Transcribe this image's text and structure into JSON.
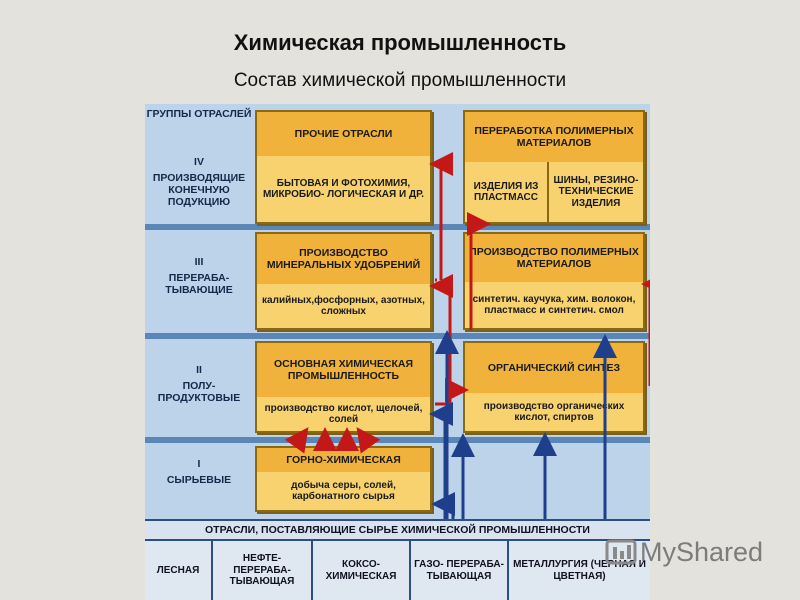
{
  "title": "Химическая промышленность",
  "subtitle": "Состав химической промышленности",
  "groups_header": "ГРУППЫ ОТРАСЛЕЙ",
  "levels": [
    {
      "num": "IV",
      "name": "ПРОИЗВОДЯЩИЕ КОНЕЧНУЮ ПОДУКЦИЮ"
    },
    {
      "num": "III",
      "name": "ПЕРЕРАБА- ТЫВАЮЩИЕ"
    },
    {
      "num": "II",
      "name": "ПОЛУ- ПРОДУКТОВЫЕ"
    },
    {
      "num": "I",
      "name": "СЫРЬЕВЫЕ"
    }
  ],
  "boxes": {
    "other": {
      "title": "ПРОЧИЕ ОТРАСЛИ",
      "body": "БЫТОВАЯ И ФОТОХИМИЯ, МИКРОБИО- ЛОГИЧЕСКАЯ И ДР."
    },
    "polymer_processing": {
      "title": "ПЕРЕРАБОТКА ПОЛИМЕРНЫХ МАТЕРИАЛОВ",
      "left": "ИЗДЕЛИЯ ИЗ ПЛАСТМАСС",
      "right": "ШИНЫ, РЕЗИНО- ТЕХНИЧЕСКИЕ ИЗДЕЛИЯ"
    },
    "fertilizers": {
      "title": "ПРОИЗВОДСТВО МИНЕРАЛЬНЫХ УДОБРЕНИЙ",
      "body": "калийных,фосфорных, азотных, сложных"
    },
    "polymers": {
      "title": "ПРОИЗВОДСТВО ПОЛИМЕРНЫХ МАТЕРИАЛОВ",
      "body": "синтетич. каучука, хим. волокон, пластмасс и синтетич. смол"
    },
    "basic": {
      "title": "ОСНОВНАЯ ХИМИЧЕСКАЯ ПРОМЫШЛЕННОСТЬ",
      "body": "производство кислот, щелочей, солей"
    },
    "organic": {
      "title": "ОРГАНИЧЕСКИЙ СИНТЕЗ",
      "body": "производство органических кислот, спиртов"
    },
    "mining": {
      "title": "ГОРНО-ХИМИЧЕСКАЯ",
      "body": "добыча серы, солей, карбонатного сырья"
    }
  },
  "supply_header": "ОТРАСЛИ, ПОСТАВЛЯЮЩИЕ СЫРЬЕ ХИМИЧЕСКОЙ ПРОМЫШЛЕННОСТИ",
  "suppliers": [
    "ЛЕСНАЯ",
    "НЕФТЕ- ПЕРЕРАБА- ТЫВАЮЩАЯ",
    "КОКСО- ХИМИЧЕСКАЯ",
    "ГАЗО- ПЕРЕРАБА- ТЫВАЮЩАЯ",
    "МЕТАЛЛУРГИЯ (ЧЕРНАЯ И ЦВЕТНАЯ)"
  ],
  "watermark": "MyShared",
  "colors": {
    "box_fill": "#f7d26e",
    "box_header": "#f0b23a",
    "band_dark": "#5a86b8",
    "arrow_red": "#c41818",
    "arrow_blue": "#1f3e8c"
  }
}
